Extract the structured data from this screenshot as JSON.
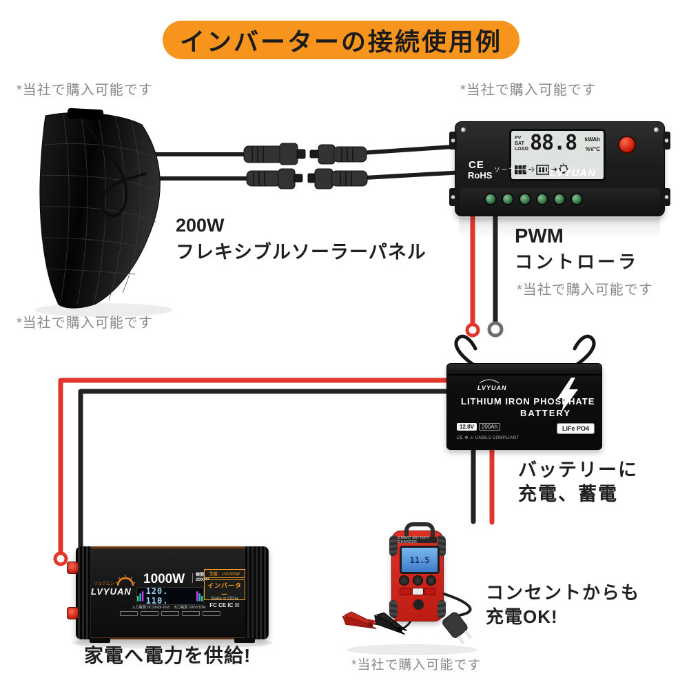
{
  "page": {
    "title": "インバーターの接続使用例",
    "title_bg": "#F7941D"
  },
  "notes": {
    "top_left": "*当社で購入可能です",
    "top_right": "*当社で購入可能です",
    "mid_left": "*当社で購入可能です",
    "controller": "*当社で購入可能です",
    "charger": "*当社で購入可能です"
  },
  "labels": {
    "panel_watt": "200W",
    "panel_name": "フレキシブルソーラーパネル",
    "pwm1": "PWM",
    "pwm2": "コントローラ",
    "battery1": "バッテリーに",
    "battery2": "充電、蓄電",
    "outlet1": "コンセントからも",
    "outlet2": "充電OK!",
    "inverter_caption": "家電へ電力を供給!"
  },
  "controller": {
    "lcd_rows": [
      "PV",
      "BAT",
      "LOAD"
    ],
    "lcd_value": "88.8",
    "lcd_unit1": "kWAh",
    "lcd_unit2": "%V°C",
    "cert1": "CE",
    "cert2": "RoHS",
    "product_jp": "ソーラーチャージコントローラー",
    "brand": "LVYUAN"
  },
  "battery": {
    "brand": "LVYUAN",
    "title1": "LITHIUM  IRON  PHOSPHATE",
    "title2": "BATTERY",
    "spec1": "12.8V",
    "spec2": "200Ah",
    "cert_row": "CE ♻ ⚠ UN38.3 COMPLIANT",
    "badge": "LiFe PO4"
  },
  "inverter": {
    "brand_jp": "リョクエン",
    "brand": "LVYUAN",
    "power": "1000W",
    "peak_label": "瞬間出力",
    "peak_value": "2000W",
    "lcd": "120. 110.",
    "spec_row": "入力電源 DC12V(9-16V)　出力電源 100V±10%",
    "badge1": "型番：LV1000W",
    "badge2": "インバーター",
    "made_in": "Made in China",
    "certs": "FC CE IC ☒"
  },
  "charger": {
    "header": "SMART BATTERY CHARGER",
    "lcd": "11.5"
  },
  "colors": {
    "wire_red": "#e2352b",
    "wire_black": "#232323",
    "accent_orange": "#F7941D"
  }
}
